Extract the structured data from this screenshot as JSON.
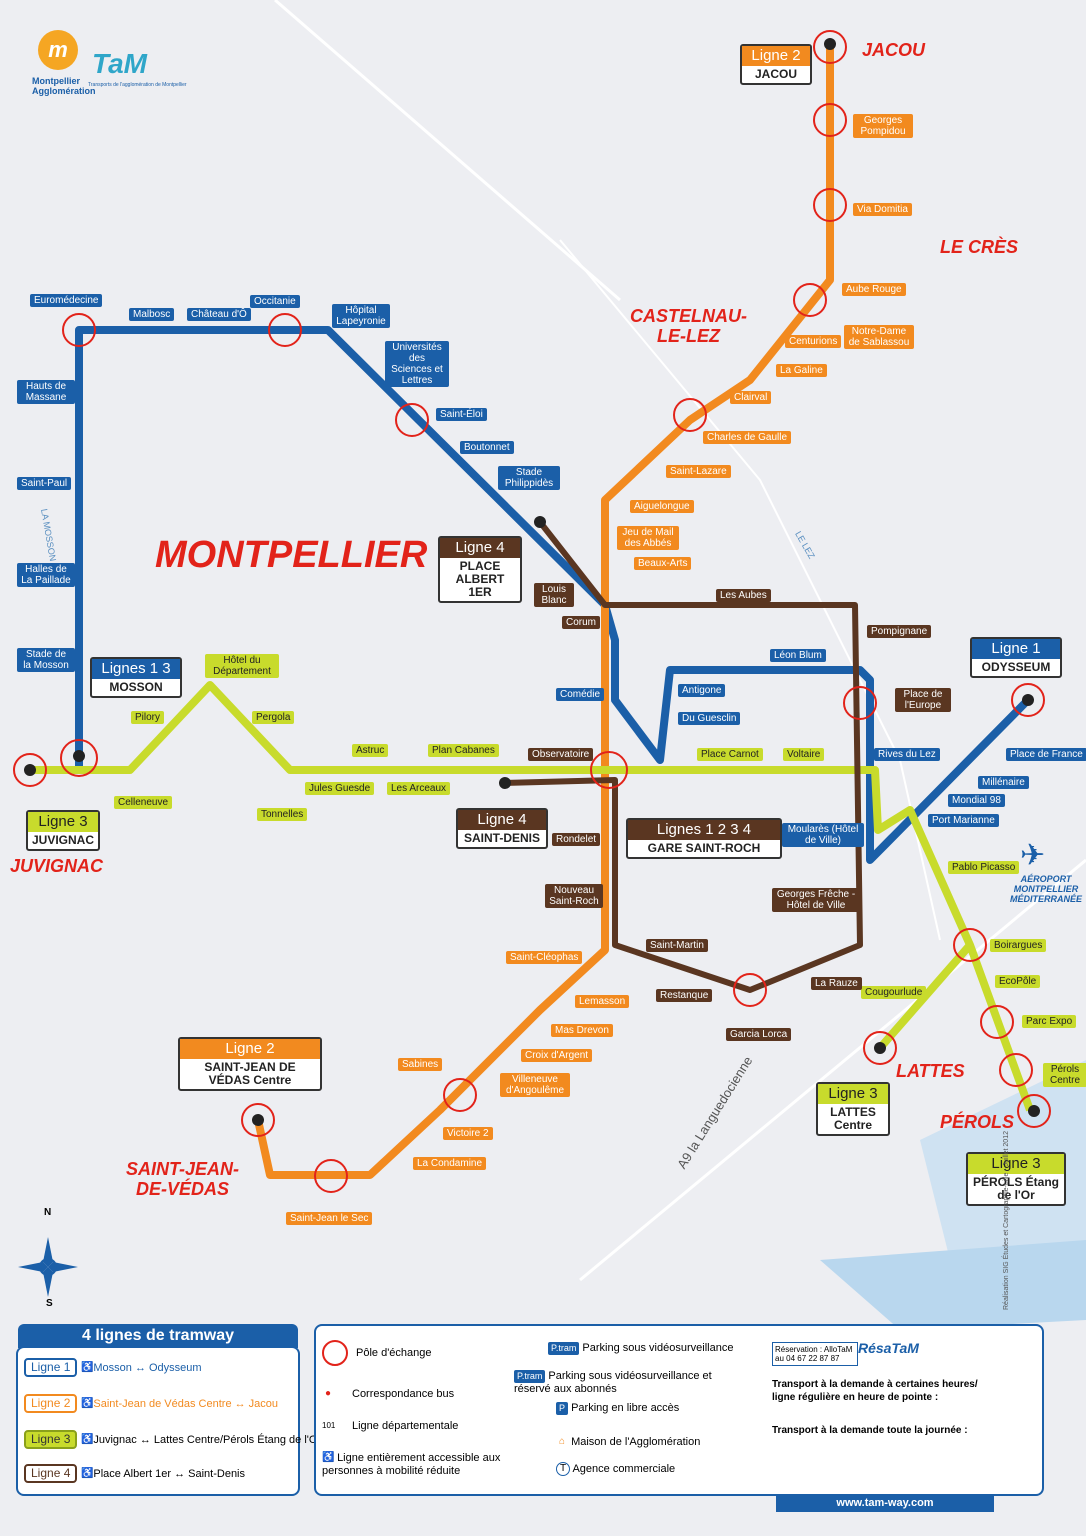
{
  "header": {
    "logo_agglo_line1": "Montpellier",
    "logo_agglo_line2": "Agglomération",
    "logo_tam": "TaM",
    "logo_tam_sub": "Transports de l'agglomération de Montpellier"
  },
  "cities": {
    "montpellier": "MONTPELLIER",
    "jacou": "JACOU",
    "le_cres": "LE CRÈS",
    "castelnau": "CASTELNAU-\nLE-LEZ",
    "juvignac": "JUVIGNAC",
    "saint_jean": "SAINT-JEAN-\nDE-VÉDAS",
    "lattes": "LATTES",
    "perols": "PÉROLS"
  },
  "rivers": {
    "mosson": "LA MOSSON",
    "lez": "LE LEZ",
    "a9": "A9 la Languedocienne"
  },
  "airport": {
    "line1": "AÉROPORT",
    "line2": "MONTPELLIER",
    "line3": "MÉDITERRANÉE"
  },
  "colors": {
    "line1": "#1b5fa8",
    "line2": "#f28a1f",
    "line3": "#c8db2c",
    "line4": "#5a3621",
    "accent": "#e2231a"
  },
  "terminus_cards": {
    "jacou": {
      "head": "Ligne 2",
      "name": "JACOU"
    },
    "place_albert": {
      "head": "Ligne 4",
      "name": "PLACE ALBERT 1ER"
    },
    "mosson": {
      "head": "Lignes 1 3",
      "name": "MOSSON"
    },
    "juvignac": {
      "head": "Ligne 3",
      "name": "JUVIGNAC"
    },
    "saint_denis": {
      "head": "Ligne 4",
      "name": "SAINT-DENIS"
    },
    "gare": {
      "head": "Lignes 1 2 3 4",
      "name": "GARE SAINT-ROCH"
    },
    "odysseum": {
      "head": "Ligne 1",
      "name": "ODYSSEUM"
    },
    "sjdv": {
      "head": "Ligne 2",
      "name": "SAINT-JEAN DE VÉDAS Centre"
    },
    "lattes": {
      "head": "Ligne 3",
      "name": "LATTES Centre"
    },
    "perols": {
      "head": "Ligne 3",
      "name": "PÉROLS Étang de l'Or"
    }
  },
  "stations": {
    "blue": [
      "Euromédecine",
      "Malbosc",
      "Château d'Ô",
      "Occitanie",
      "Hôpital Lapeyronie",
      "Universités des Sciences et Lettres",
      "Saint-Éloi",
      "Boutonnet",
      "Stade Philippidès",
      "Hauts de Massane",
      "Saint-Paul",
      "Halles de La Paillade",
      "Stade de la Mosson",
      "Comédie",
      "Antigone",
      "Du Guesclin",
      "Léon Blum",
      "Place de l'Europe",
      "Rives du Lez",
      "Port Marianne",
      "Mondial 98",
      "Millénaire",
      "Place de France"
    ],
    "orange": [
      "Georges Pompidou",
      "Via Domitia",
      "Aube Rouge",
      "Notre-Dame de Sablassou",
      "Centurions",
      "La Galine",
      "Clairval",
      "Charles de Gaulle",
      "Saint-Lazare",
      "Aiguelongue",
      "Jeu de Mail des Abbés",
      "Beaux-Arts",
      "Corum",
      "Nouveau Saint-Roch",
      "Saint-Cléophas",
      "Lemasson",
      "Mas Drevon",
      "Croix d'Argent",
      "Sabines",
      "Villeneuve d'Angoulême",
      "Victoire 2",
      "La Condamine",
      "Saint-Jean le Sec"
    ],
    "green": [
      "Hôtel du Département",
      "Pilory",
      "Pergola",
      "Celleneuve",
      "Jules Guesde",
      "Astruc",
      "Les Arceaux",
      "Tonnelles",
      "Plan Cabanes",
      "Observatoire",
      "Place Carnot",
      "Voltaire",
      "Pablo Picasso",
      "Boirargues",
      "EcoPôle",
      "Cougourlude",
      "Parc Expo",
      "Pérols Centre"
    ],
    "brown": [
      "Louis Blanc",
      "Les Aubes",
      "Pompignane",
      "Rondelet",
      "Moularès (Hôtel de Ville)",
      "Georges Frêche - Hôtel de Ville",
      "Saint-Martin",
      "Restanque",
      "Garcia Lorca",
      "La Rauze"
    ]
  },
  "legend": {
    "title": "4 lignes de tramway",
    "lines": [
      {
        "label": "Ligne 1",
        "text": "Mosson ↔ Odysseum"
      },
      {
        "label": "Ligne 2",
        "text": "Saint-Jean de Védas Centre ↔ Jacou"
      },
      {
        "label": "Ligne 3",
        "text": "Juvignac ↔ Lattes Centre/Pérols Étang de l'Or"
      },
      {
        "label": "Ligne 4",
        "text": "Place Albert 1er ↔ Saint-Denis"
      }
    ],
    "symbols": [
      "Pôle d'échange",
      "Correspondance bus",
      "Ligne départementale",
      "Ligne entièrement accessible aux personnes à mobilité réduite"
    ],
    "parking": [
      "Parking sous vidéosurveillance",
      "Parking sous vidéosurveillance et réservé aux abonnés",
      "Parking en libre accès",
      "Maison de l'Agglomération",
      "Agence commerciale"
    ],
    "resa": {
      "reservation": "Réservation : AlloTaM au 04 67 22 87 87",
      "resatam": "RésaTaM",
      "txt1": "Transport à la demande à certaines heures/ ligne régulière en heure de pointe :",
      "txt2": "Transport à la demande toute la journée :"
    },
    "website": "www.tam-way.com",
    "credit": "Réalisation SIG Études et Cartographie-Lille - Juillet 2012"
  }
}
